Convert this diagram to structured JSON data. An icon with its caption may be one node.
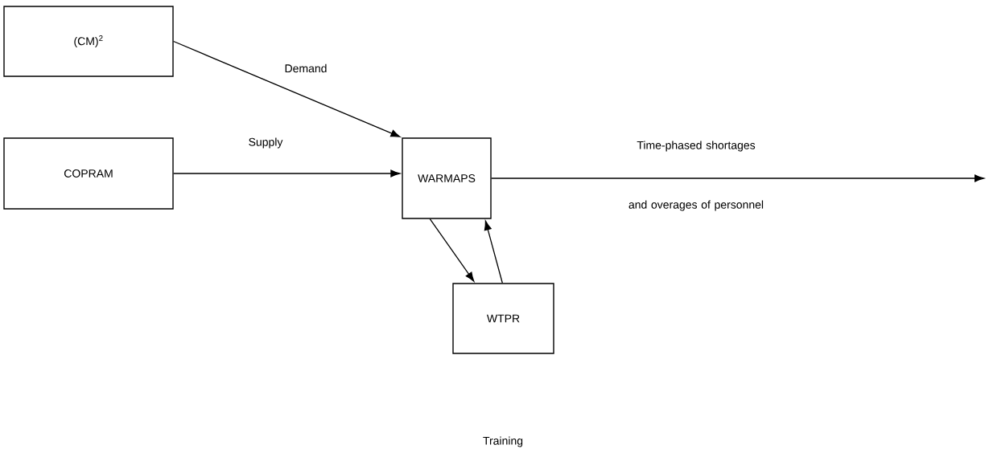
{
  "diagram": {
    "nodes": [
      {
        "text": [
          "(CM)$^{2}$"
        ]
      },
      {
        "text": [
          "COPRAM"
        ]
      },
      {
        "text": [
          "WARMAPS"
        ]
      },
      {
        "text": [
          "WTPR"
        ]
      }
    ],
    "labels": [
      "Training"
    ],
    "edges": [
      {
        "from": 0,
        "to": 2,
        "arrow": "to",
        "label": "Demand"
      },
      {
        "from": 1,
        "to": 2,
        "arrow": "to",
        "label": "Supply"
      },
      {
        "from": 2,
        "to": 3,
        "arrow": "to"
      },
      {
        "from": 3,
        "to": 2,
        "arrow": "to"
      },
      {
        "from": 2,
        "to": null,
        "arrow": "to",
        "label": "Time-phased shortages and overages of personnel"
      }
    ]
  }
}
